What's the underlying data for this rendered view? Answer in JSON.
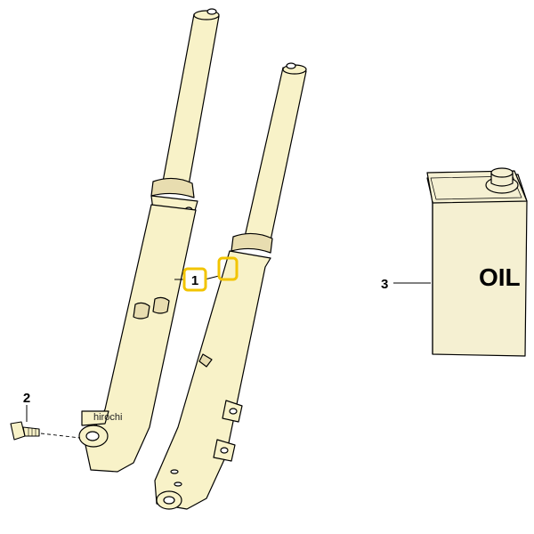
{
  "parts": [
    {
      "number": "1",
      "part": "front-fork-leg",
      "highlighted": true
    },
    {
      "number": "2",
      "part": "bolt"
    },
    {
      "number": "3",
      "part": "oil-can"
    }
  ],
  "oil_label": "OIL",
  "watermark": "hirochi",
  "colors": {
    "fork_fill": "#f8f2c8",
    "fork_dark": "#e8ddb0",
    "oil_fill": "#f5f0d2",
    "highlight": "#f2c400",
    "line": "#000000"
  }
}
